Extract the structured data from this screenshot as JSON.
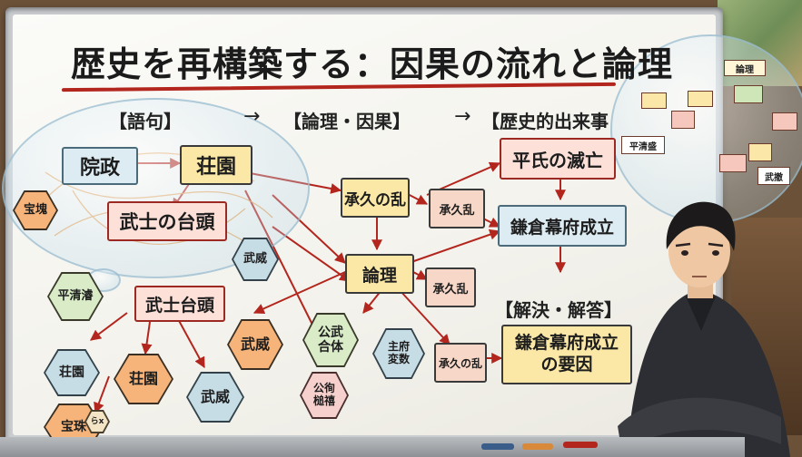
{
  "title": "歴史を再構築する：因果の流れと論理",
  "headers": {
    "phrases": "【語句】",
    "logic": "【論理・因果】",
    "events": "【歴史的出来事",
    "solution": "【解決・解答】",
    "arrow1": "→",
    "arrow2": "→"
  },
  "bubble_left": {
    "insei": "院政",
    "shoen": "荘園",
    "bushi_taito": "武士の台頭",
    "hokan": "宝塊",
    "busai": "武威"
  },
  "middle": {
    "jokyu_ran": "承久の乱",
    "ronri": "論理",
    "bushi_taito2": "武士台頭",
    "jokyu_ran_small": "承久乱",
    "jokyu_ran_small2": "承久乱",
    "jokyu_ran_bottom": "承久の乱"
  },
  "hexagons": {
    "heike_tsuru": "平清濬",
    "shoen2": "荘園",
    "shoen3": "荘園",
    "busai2": "武威",
    "busai3": "武威",
    "hoshu": "宝珠",
    "hoshu_small": "らx",
    "kobu_gattai": "公武\n合体",
    "kobu_small": "公徇\n槌禧",
    "shufu_hensu": "主府\n変数"
  },
  "right": {
    "heishi_metsubo": "平氏の滅亡",
    "kamakura": "鎌倉幕府成立",
    "answer": "鎌倉幕府成立\nの要因"
  },
  "thought_bubble": {
    "ronri": "論理",
    "heike": "平清盛",
    "bukan": "武撤"
  },
  "colors": {
    "arrow_red": "#b3261e",
    "title_underline": "#b3261e"
  }
}
